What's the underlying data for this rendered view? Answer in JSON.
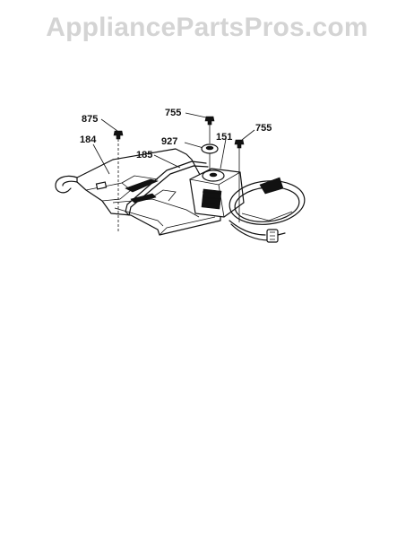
{
  "watermark": {
    "text": "AppliancePartsPros.com"
  },
  "callouts": {
    "c875": "875",
    "c184": "184",
    "c185": "185",
    "c755a": "755",
    "c927": "927",
    "c151": "151",
    "c755b": "755"
  },
  "colors": {
    "ink": "#111111",
    "watermark": "#d4d4d4",
    "background": "#ffffff"
  }
}
